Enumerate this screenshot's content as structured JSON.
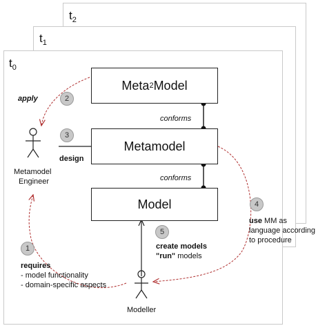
{
  "frames": {
    "t2": {
      "letter": "t",
      "sub": "2"
    },
    "t1": {
      "letter": "t",
      "sub": "1"
    },
    "t0": {
      "letter": "t",
      "sub": "0"
    }
  },
  "boxes": {
    "meta2": {
      "pre": "Meta",
      "sup": "2",
      "post": "Model"
    },
    "metamodel": "Metamodel",
    "model": "Model"
  },
  "conforms": [
    "conforms",
    "conforms"
  ],
  "actors": {
    "engineer": [
      "Metamodel",
      "Engineer"
    ],
    "modeller": "Modeller"
  },
  "steps": [
    {
      "num": "1",
      "title": "requires",
      "lines": [
        "- model functionality",
        "- domain-specific aspects"
      ]
    },
    {
      "num": "2",
      "title": "apply"
    },
    {
      "num": "3",
      "title": "design"
    },
    {
      "num": "4",
      "lead": "use",
      "rest": " MM as",
      "lines": [
        "language according",
        "to procedure"
      ]
    },
    {
      "num": "5",
      "line1": "create models",
      "quote": "\"run\"",
      "rest": " models"
    }
  ]
}
